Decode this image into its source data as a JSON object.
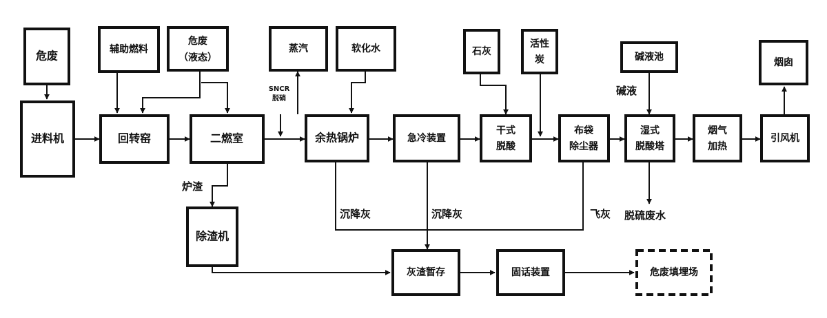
{
  "nodes": {
    "hazwaste_top": "危废",
    "feeder": "进料机",
    "aux_fuel": "辅助燃料",
    "hazwaste_liquid_1": "危废",
    "hazwaste_liquid_2": "（液态）",
    "rotary_kiln": "回转窑",
    "secondary_chamber": "二燃室",
    "slag_remover": "除渣机",
    "steam": "蒸汽",
    "soft_water": "软化水",
    "waste_heat_boiler": "余热锅炉",
    "quench": "急冷装置",
    "lime": "石灰",
    "dry_deacid_1": "干式",
    "dry_deacid_2": "脱酸",
    "activated_carbon_1": "活性",
    "activated_carbon_2": "炭",
    "bag_filter_1": "布袋",
    "bag_filter_2": "除尘器",
    "alkali_pool": "碱液池",
    "wet_tower_1": "湿式",
    "wet_tower_2": "脱酸塔",
    "flue_heat_1": "烟气",
    "flue_heat_2": "加热",
    "id_fan": "引风机",
    "chimney": "烟囱",
    "ash_storage": "灰渣暂存",
    "solidification": "固话装置",
    "landfill": "危废填埋场"
  },
  "labels": {
    "furnace_slag": "炉渣",
    "sncr_1": "SNCR",
    "sncr_2": "脱硝",
    "settled_ash_1": "沉降灰",
    "settled_ash_2": "沉降灰",
    "fly_ash": "飞灰",
    "alkali_liquid": "碱液",
    "desulf_wastewater": "脱硫废水"
  }
}
